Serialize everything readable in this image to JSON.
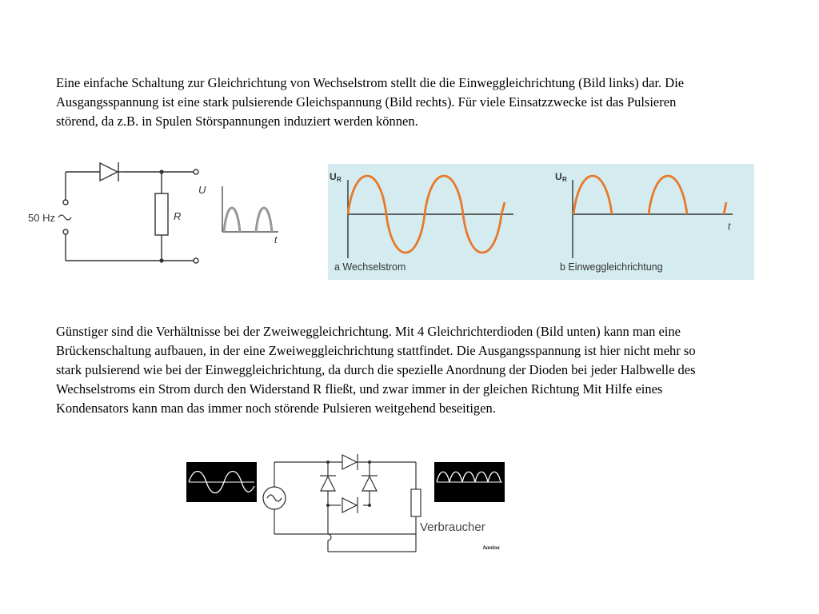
{
  "paragraphs": {
    "p1": "Eine einfache Schaltung zur Gleichrichtung von Wechselstrom stellt die die Einweggleichrichtung (Bild links) dar. Die Ausgangsspannung ist eine stark pulsierende Gleichspannung (Bild rechts). Für viele Einsatzzwecke ist das Pulsieren störend, da z.B. in Spulen Störspannungen induziert werden können.",
    "p2": "Günstiger sind die Verhältnisse bei der Zweiweggleichrichtung. Mit 4 Gleichrichterdioden (Bild unten) kann man eine  Brückenschaltung aufbauen, in der eine Zweiweggleichrichtung stattfindet. Die Ausgangsspannung  ist hier nicht mehr so stark pulsierend wie bei der Einweggleichrichtung, da durch die spezielle Anordnung der Dioden bei jeder Halbwelle des Wechselstroms ein Strom durch den Widerstand R fließt, und zwar immer in der gleichen Richtung Mit Hilfe eines Kondensators kann man das immer noch störende Pulsieren weitgehend beseitigen."
  },
  "circuit1": {
    "source_label": "50 Hz",
    "resistor_label": "R",
    "axis_u": "U",
    "axis_t": "t"
  },
  "waveforms": {
    "axis_label": "U",
    "axis_sub": "R",
    "axis_t": "t",
    "caption_a": "a Wechselstrom",
    "caption_b": "b Einweggleichrichtung",
    "bg_color": "#d4ecef",
    "wave_color": "#e8782a"
  },
  "bridge": {
    "load_label": "Verbraucher",
    "signature": "hanina"
  }
}
